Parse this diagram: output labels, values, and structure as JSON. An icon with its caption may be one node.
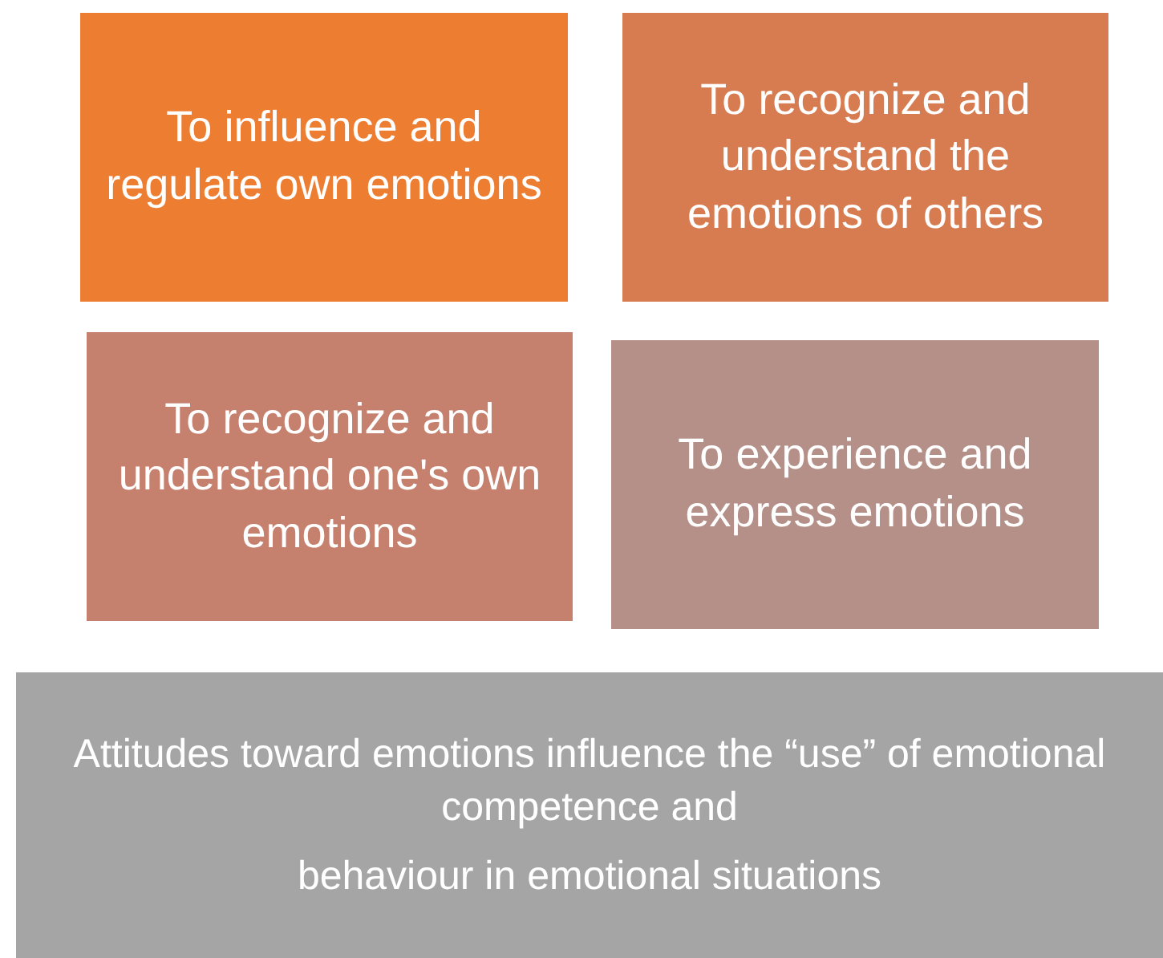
{
  "diagram": {
    "nodes": [
      {
        "text": [
          "To influence and regulate own emotions"
        ]
      },
      {
        "text": [
          "To recognize and understand the emotions of others"
        ]
      },
      {
        "text": [
          "To recognize and understand one's own emotions"
        ]
      },
      {
        "text": [
          "To experience and express emotions"
        ]
      },
      {
        "text": [
          "Attitudes toward emotions influence the “use” of emotional competence and",
          "behaviour in emotional situations"
        ]
      }
    ]
  }
}
